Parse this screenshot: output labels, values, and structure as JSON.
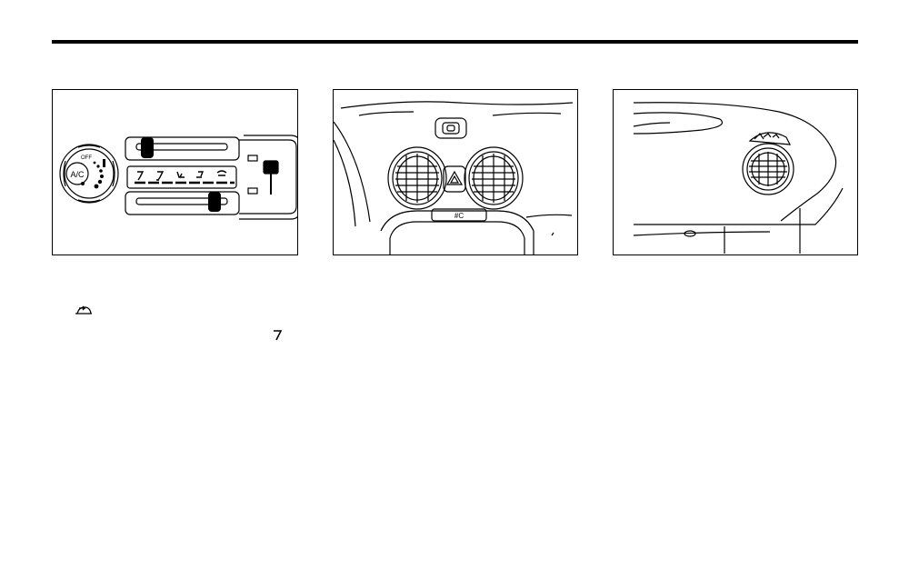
{
  "figures": {
    "control_panel": {
      "ac_knob_label": "A/C",
      "off_label": "OFF"
    },
    "center_console": {
      "defrost_button_label": "#C"
    },
    "side_vent": {}
  },
  "icons": {
    "body_recirc_icon": "recirculation-icon",
    "body_face_vent_icon": "face-vent-mode-icon"
  },
  "colors": {
    "line": "#000000",
    "background": "#ffffff"
  }
}
